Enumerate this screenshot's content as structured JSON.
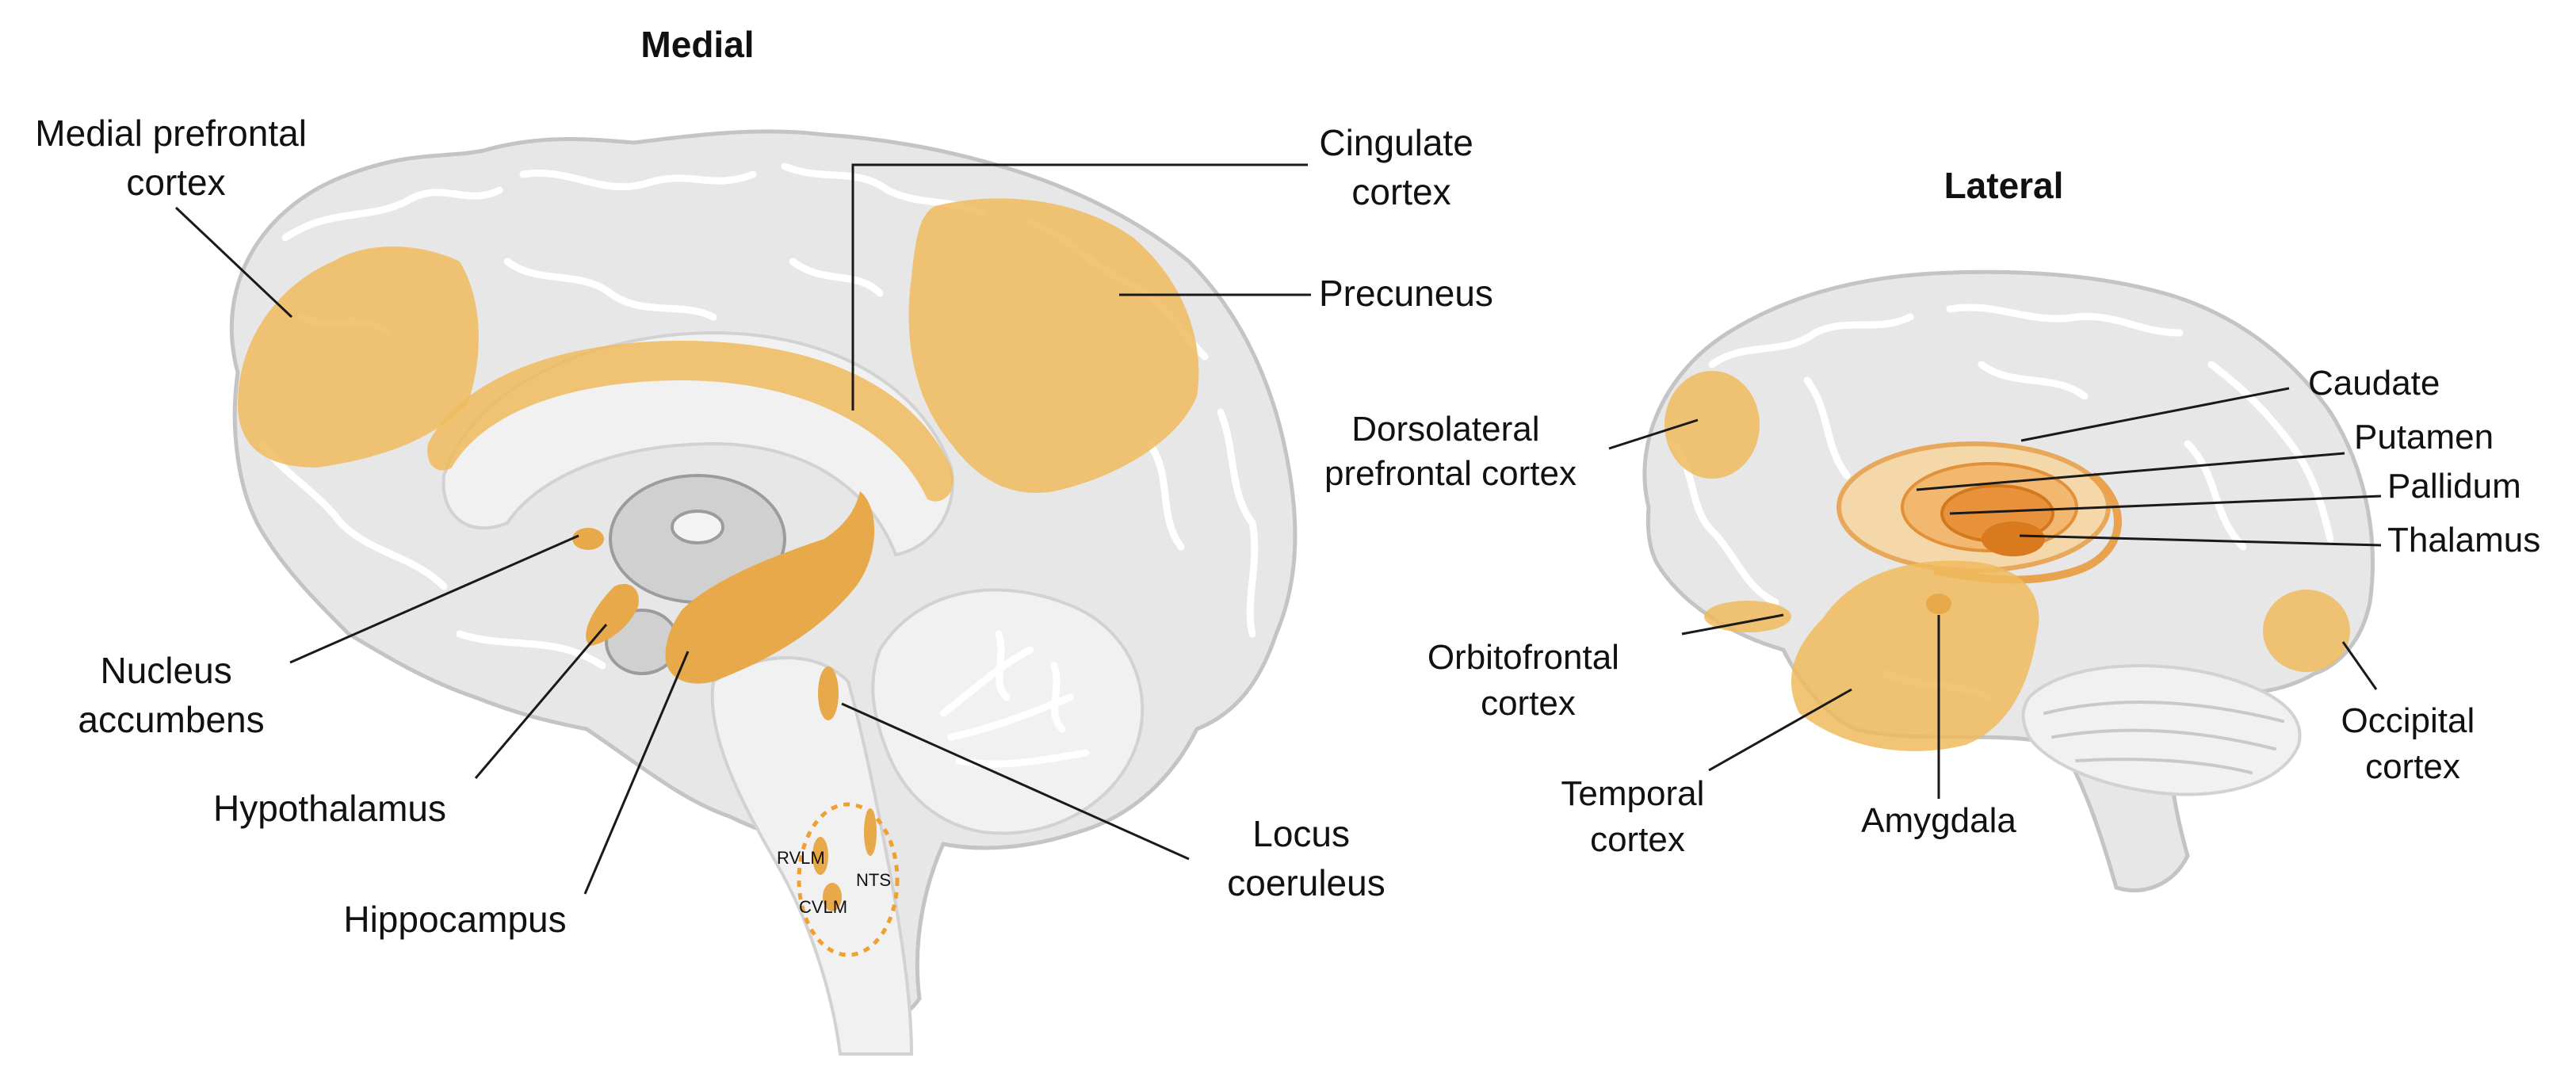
{
  "medial": {
    "title": "Medial",
    "labels": {
      "mpfc": [
        "Medial prefrontal",
        "cortex"
      ],
      "cingulate": [
        "Cingulate",
        "cortex"
      ],
      "precuneus": "Precuneus",
      "nucleus_accumbens": [
        "Nucleus",
        "accumbens"
      ],
      "hypothalamus": "Hypothalamus",
      "hippocampus": "Hippocampus",
      "locus_coeruleus": [
        "Locus",
        "coeruleus"
      ],
      "rvlm": "RVLM",
      "nts": "NTS",
      "cvlm": "CVLM"
    }
  },
  "lateral": {
    "title": "Lateral",
    "labels": {
      "dlpfc": [
        "Dorsolateral",
        "prefrontal cortex"
      ],
      "caudate": "Caudate",
      "putamen": "Putamen",
      "pallidum": "Pallidum",
      "thalamus": "Thalamus",
      "orbitofrontal": [
        "Orbitofrontal",
        "cortex"
      ],
      "temporal": [
        "Temporal",
        "cortex"
      ],
      "amygdala": "Amygdala",
      "occipital": [
        "Occipital",
        "cortex"
      ]
    }
  },
  "colors": {
    "highlight": "#f0bb5e",
    "highlight_dark": "#e08a2c",
    "brain": "#e7e7e7",
    "brain_outline": "#c4c4c4"
  }
}
